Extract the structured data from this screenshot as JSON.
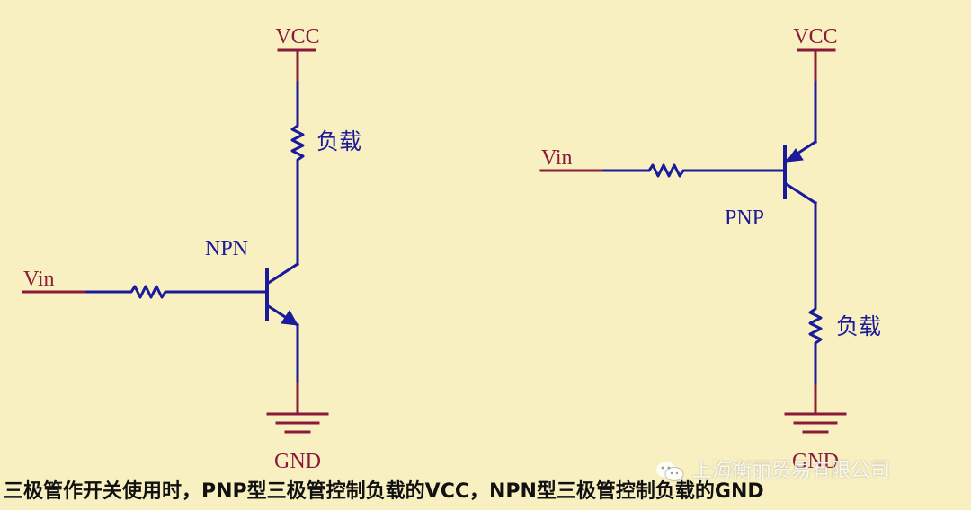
{
  "colors": {
    "background": "#f8f0c0",
    "wire": "#1a1a9a",
    "rail": "#8b1a3a",
    "text_red": "#8b1a3a",
    "text_blue": "#1a1a9a"
  },
  "left_circuit": {
    "vcc_label": "VCC",
    "load_label": "负载",
    "transistor_label": "NPN",
    "input_label": "Vin",
    "gnd_label": "GND"
  },
  "right_circuit": {
    "vcc_label": "VCC",
    "load_label": "负载",
    "transistor_label": "PNP",
    "input_label": "Vin",
    "gnd_label": "GND"
  },
  "caption": "三极管作开关使用时，PNP型三极管控制负载的VCC，NPN型三极管控制负载的GND",
  "watermark": {
    "icon": "wechat-icon",
    "text": "上海衡丽贸易有限公司"
  }
}
